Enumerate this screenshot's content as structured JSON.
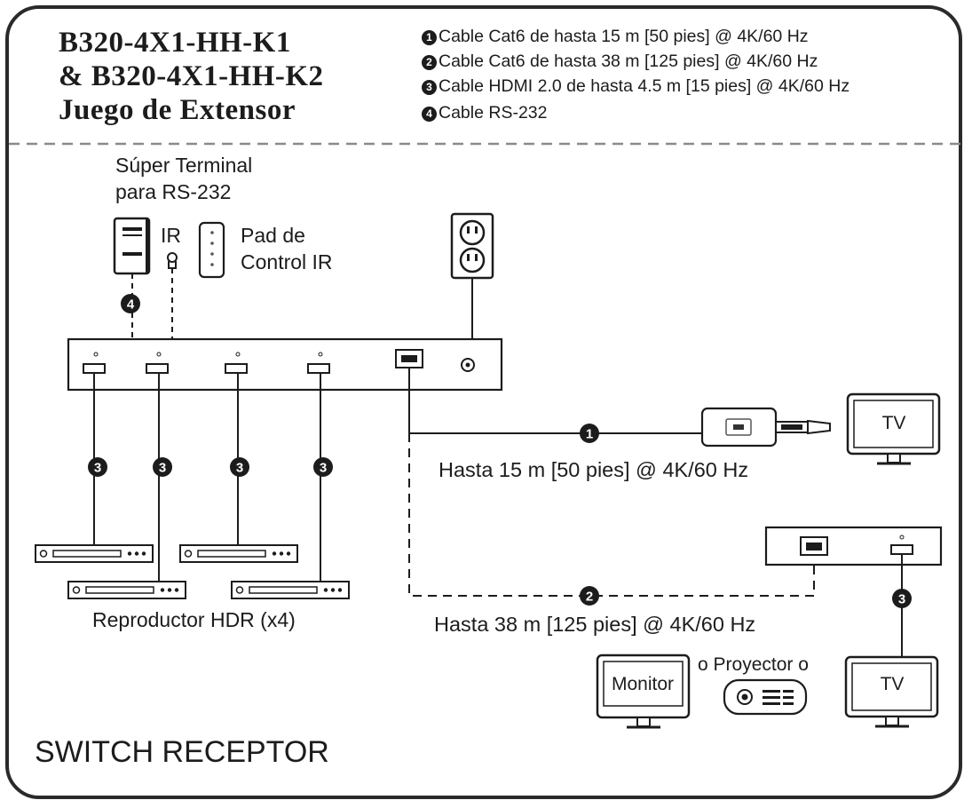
{
  "title": {
    "line1": "B320-4X1-HH-K1",
    "line2": "& B320-4X1-HH-K2",
    "line3": "Juego de Extensor"
  },
  "legend": [
    {
      "num": "1",
      "text": "Cable Cat6 de hasta 15 m [50 pies] @ 4K/60 Hz"
    },
    {
      "num": "2",
      "text": "Cable Cat6 de hasta 38 m [125 pies] @ 4K/60 Hz"
    },
    {
      "num": "3",
      "text": "Cable HDMI 2.0 de hasta 4.5 m [15 pies] @ 4K/60 Hz"
    },
    {
      "num": "4",
      "text": "Cable RS-232"
    }
  ],
  "labels": {
    "terminal_line1": "Súper Terminal",
    "terminal_line2": "para RS-232",
    "ir": "IR",
    "pad_line1": "Pad de",
    "pad_line2": "Control IR",
    "run1": "Hasta 15 m [50 pies] @ 4K/60 Hz",
    "run2": "Hasta 38 m [125 pies] @ 4K/60 Hz",
    "players": "Reproductor HDR (x4)",
    "projector": "o Proyector o",
    "monitor": "Monitor",
    "tv": "TV",
    "footer": "SWITCH RECEPTOR"
  },
  "markers": {
    "one": "1",
    "two": "2",
    "three": "3",
    "four": "4"
  },
  "colors": {
    "ink": "#1c1c1c",
    "dash": "#8a8a8a",
    "device_fill": "#ffffff"
  }
}
